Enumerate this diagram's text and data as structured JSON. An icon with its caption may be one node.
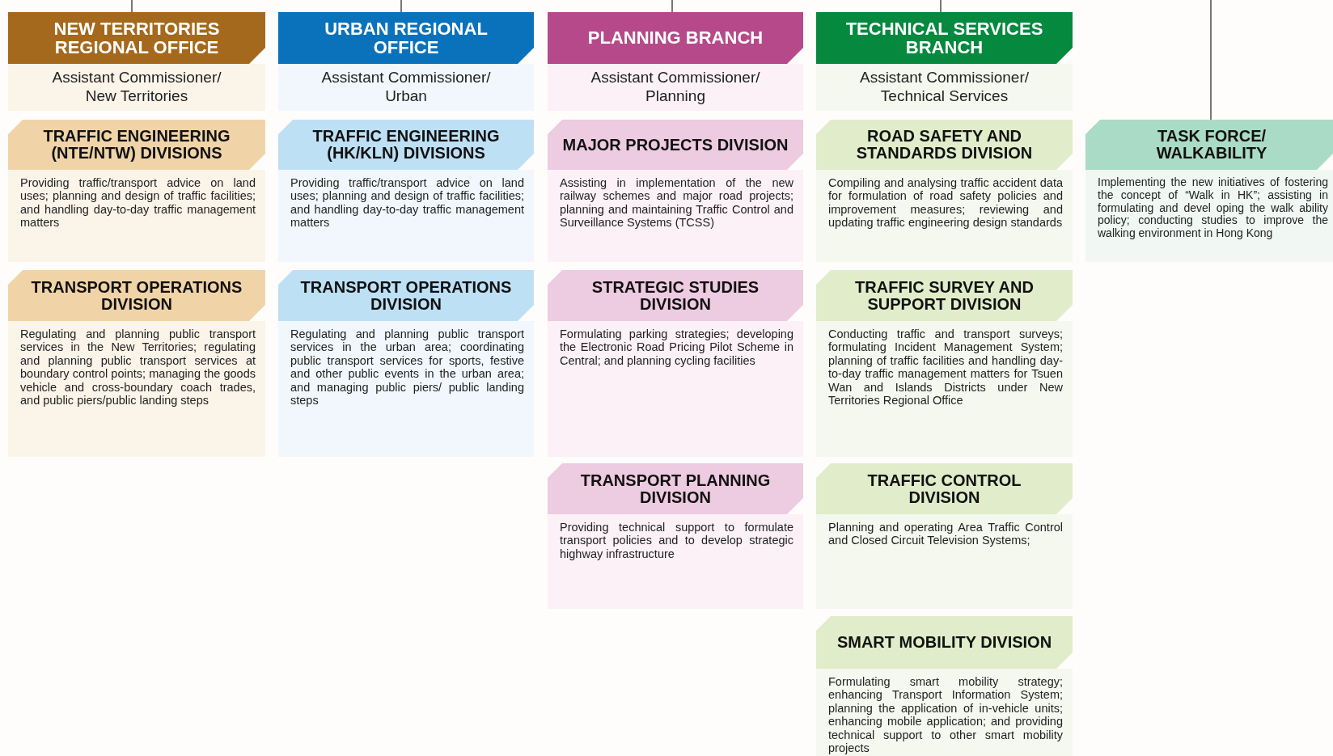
{
  "diagram": {
    "nodes": [
      {
        "text": [
          "NEW TERRITORIES REGIONAL OFFICE",
          "Assistant Commissioner/ New Territories"
        ]
      },
      {
        "text": [
          "URBAN REGIONAL OFFICE",
          "Assistant Commissioner/ Urban"
        ]
      },
      {
        "text": [
          "PLANNING BRANCH",
          "Assistant Commissioner/ Planning"
        ]
      },
      {
        "text": [
          "TECHNICAL SERVICES BRANCH",
          "Assistant Commissioner/ Technical Services"
        ]
      },
      {
        "text": [
          "TRAFFIC ENGINEERING (NTE/NTW) DIVISIONS",
          "Providing traffic/transport advice on land uses; planning and design of traffic facilities; and handling day-to-day traffic management matters"
        ]
      },
      {
        "text": [
          "TRAFFIC ENGINEERING (HK/KLN) DIVISIONS",
          "Providing traffic/transport advice on land uses; planning and design of traffic facilities; and handling day-to-day traffic management matters"
        ]
      },
      {
        "text": [
          "MAJOR PROJECTS DIVISION",
          "Assisting in implementation of the new railway schemes and major road projects; planning and maintaining Traffic Control and Surveillance Systems (TCSS)"
        ]
      },
      {
        "text": [
          "ROAD SAFETY AND STANDARDS DIVISION",
          "Compiling and analysing traffic accident data for formulation of road safety policies and improvement measures; reviewing and updating traffic engineering design standards"
        ]
      },
      {
        "text": [
          "TASK FORCE/ WALKABILITY",
          "Implementing the new initiatives of fostering the concept of “Walk in HK”; assisting in formulating and devel oping the walk ability policy; conducting studies to improve the walking environment in Hong Kong"
        ]
      },
      {
        "text": [
          "TRANSPORT OPERATIONS DIVISION",
          "Regulating and planning public transport services in the New Territories; regulating and planning public transport services at boundary control points; managing the goods vehicle and cross-boundary coach trades, and public piers/public landing steps"
        ]
      },
      {
        "text": [
          "TRANSPORT OPERATIONS DIVISION",
          "Regulating and planning public transport services in the urban area; coordinating public transport services for sports, festive and other public events in the urban area; and managing public piers/ public landing steps"
        ]
      },
      {
        "text": [
          "STRATEGIC STUDIES DIVISION",
          "Formulating parking strategies; developing the Electronic Road Pricing Pilot Scheme in Central; and planning cycling facilities"
        ]
      },
      {
        "text": [
          "TRAFFIC SURVEY AND SUPPORT DIVISION",
          "Conducting traffic and transport surveys; formulating Incident Management System; planning of traffic facilities and handling day-to-day traffic management matters for Tsuen Wan and Islands Districts under New Territories Regional Office"
        ]
      },
      {
        "text": [
          "TRANSPORT PLANNING DIVISION",
          "Providing technical support to formulate transport policies and to develop strategic highway infrastructure"
        ]
      },
      {
        "text": [
          "TRAFFIC CONTROL DIVISION",
          "Planning and operating Area Traffic Control and Closed Circuit Television Systems;"
        ]
      },
      {
        "text": [
          "SMART MOBILITY DIVISION",
          "Formulating smart mobility strategy; enhancing Transport Information System; planning the application of in-vehicle units; enhancing mobile application; and providing technical support to other smart mobility projects"
        ]
      }
    ],
    "edges": [
      {
        "from": null,
        "to": 0,
        "arrow": "none"
      },
      {
        "from": null,
        "to": 1,
        "arrow": "none"
      },
      {
        "from": null,
        "to": 2,
        "arrow": "none"
      },
      {
        "from": null,
        "to": 3,
        "arrow": "none"
      },
      {
        "from": null,
        "to": 8,
        "arrow": "none"
      }
    ]
  }
}
